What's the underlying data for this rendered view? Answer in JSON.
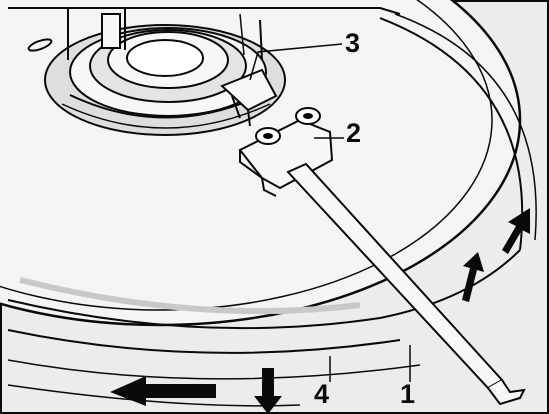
{
  "callouts": {
    "one": "1",
    "two": "2",
    "three": "3",
    "four": "4"
  },
  "colors": {
    "paper": "#ececec",
    "ink": "#0a0a0a",
    "shade": "#c8c8c8",
    "light": "#f7f7f7"
  }
}
